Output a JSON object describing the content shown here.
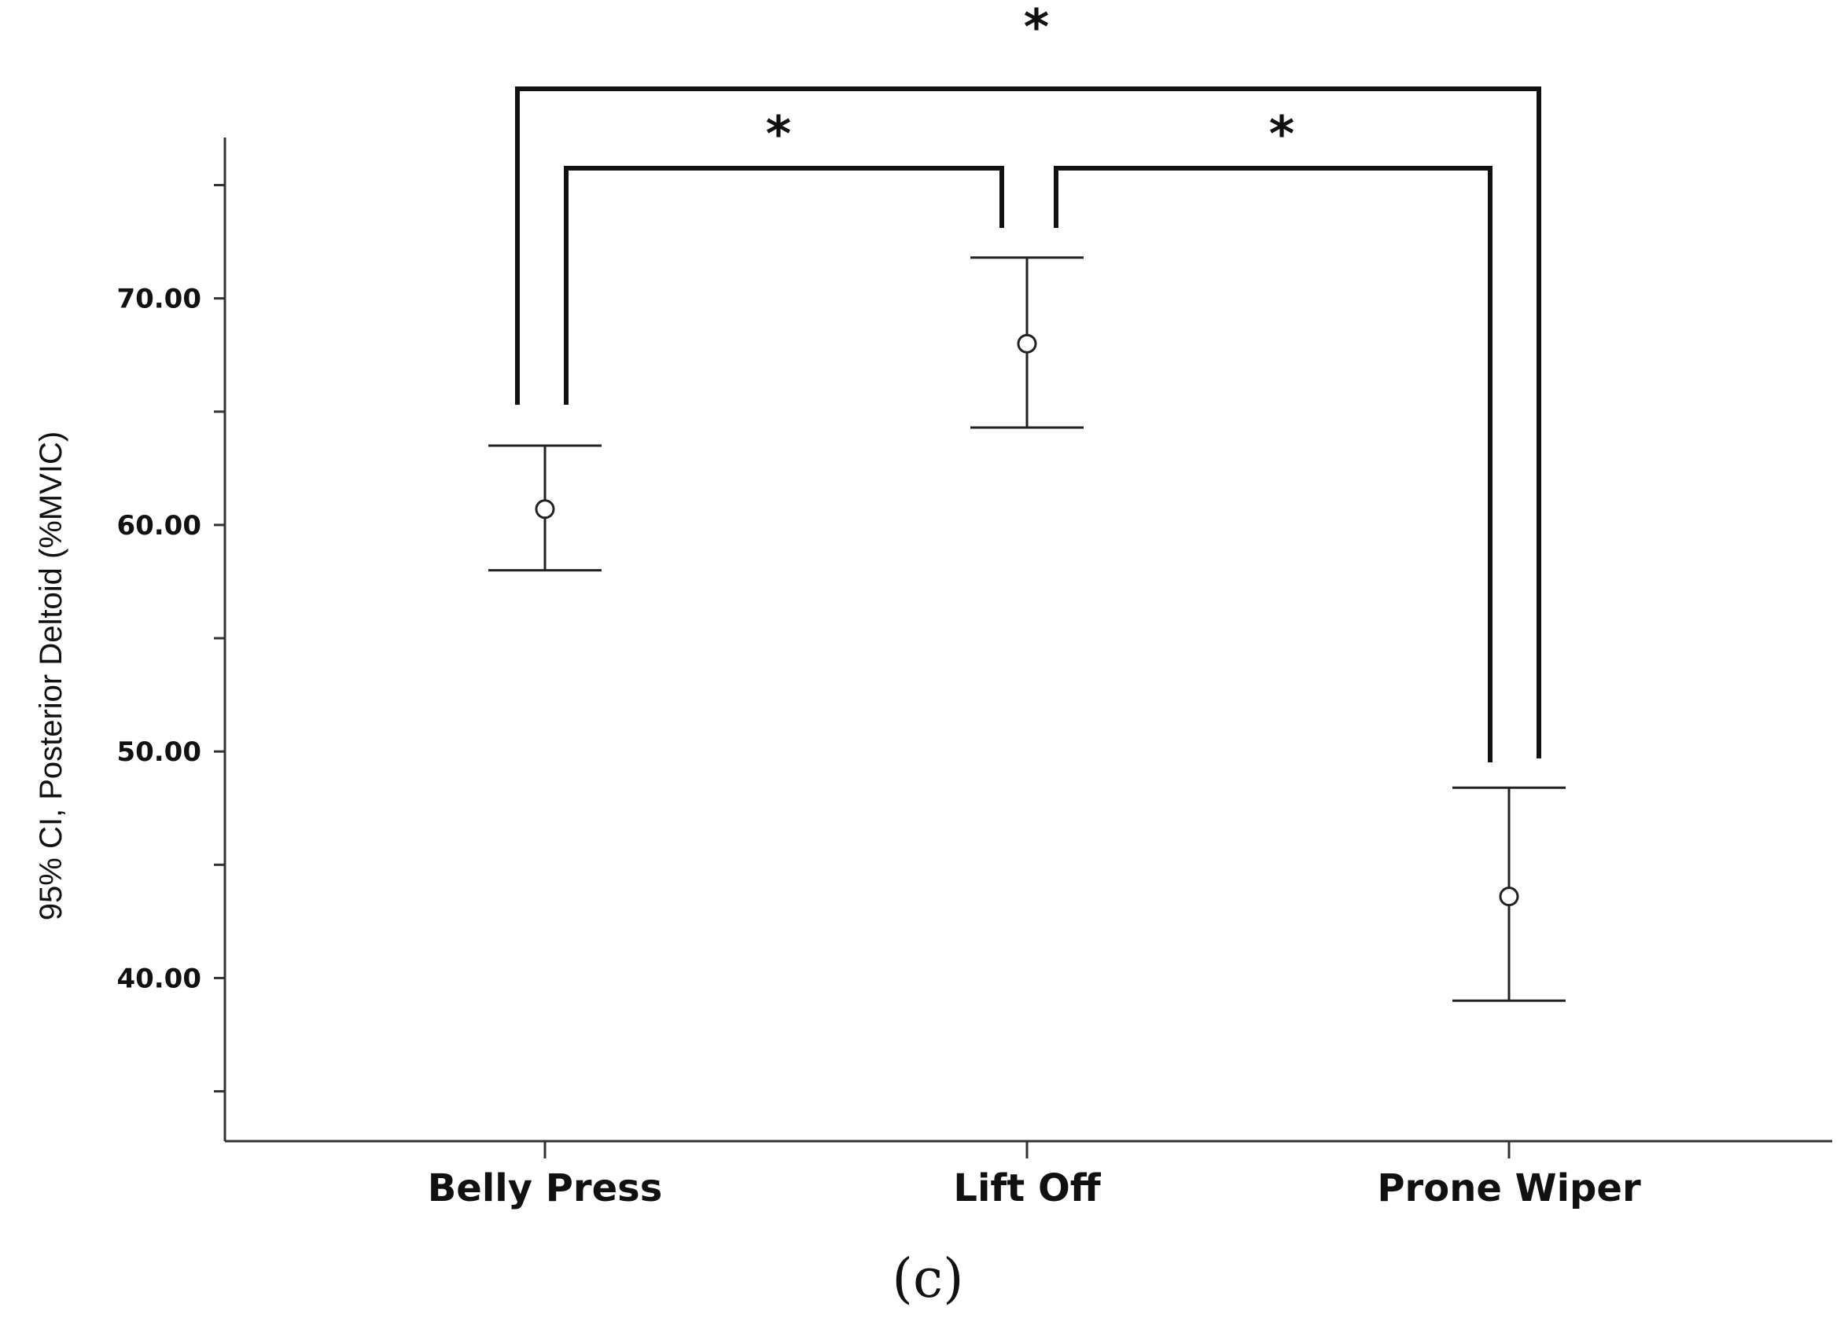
{
  "chart_data": {
    "type": "errorbar",
    "title": "",
    "xlabel": "",
    "ylabel": "95% CI, Posterior Deltoid (%MVIC)",
    "ylim": [
      32.8,
      77.1
    ],
    "yticks": [
      "40.00",
      "50.00",
      "60.00",
      "70.00"
    ],
    "ytick_values": [
      40,
      50,
      60,
      70
    ],
    "categories": [
      "Belly Press",
      "Lift Off",
      "Prone Wiper"
    ],
    "means": [
      60.7,
      68.0,
      43.6
    ],
    "ci_lower": [
      58.0,
      64.3,
      39.0
    ],
    "ci_upper": [
      63.5,
      71.8,
      48.4
    ],
    "significance": [
      {
        "between": [
          "Belly Press",
          "Lift Off"
        ],
        "label": "*"
      },
      {
        "between": [
          "Lift Off",
          "Prone Wiper"
        ],
        "label": "*"
      },
      {
        "between": [
          "Belly Press",
          "Prone Wiper"
        ],
        "label": "*"
      }
    ],
    "panel_label": "(c)",
    "grid": false
  }
}
